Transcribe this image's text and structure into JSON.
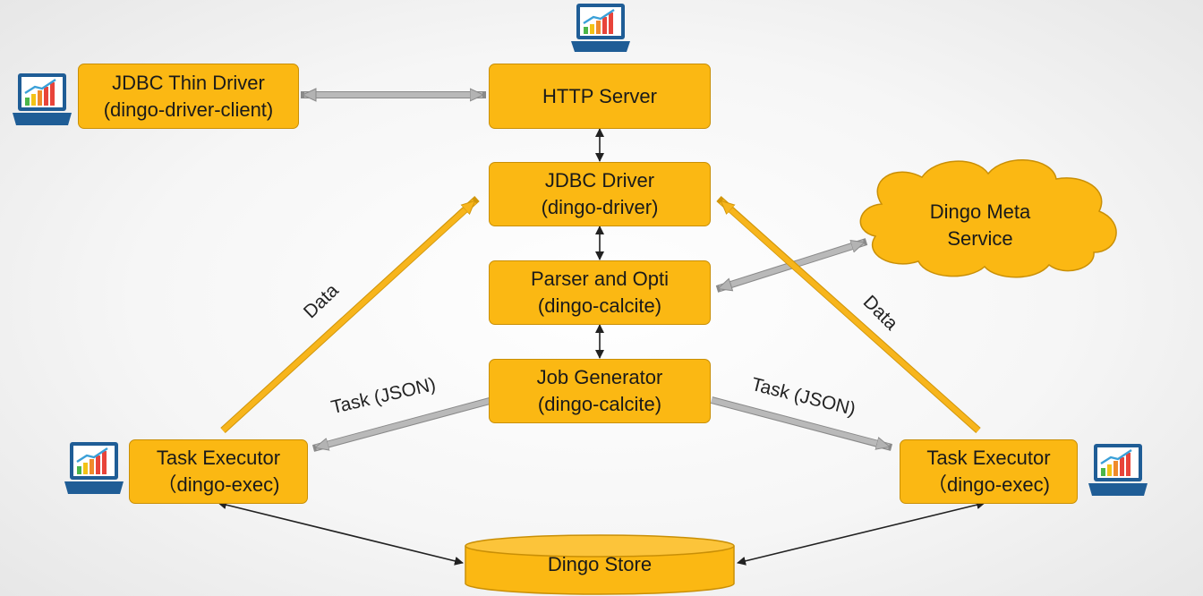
{
  "nodes": {
    "jdbc_thin": {
      "line1": "JDBC Thin Driver",
      "line2": "(dingo-driver-client)"
    },
    "http_server": {
      "line1": "HTTP Server"
    },
    "jdbc_driver": {
      "line1": "JDBC Driver",
      "line2": "(dingo-driver)"
    },
    "parser": {
      "line1": "Parser and Opti",
      "line2": "(dingo-calcite)"
    },
    "job_gen": {
      "line1": "Job Generator",
      "line2": "(dingo-calcite)"
    },
    "exec_left": {
      "line1": "Task Executor",
      "line2": "（dingo-exec)"
    },
    "exec_right": {
      "line1": "Task Executor",
      "line2": "（dingo-exec)"
    },
    "meta": {
      "line1": "Dingo Meta",
      "line2": "Service"
    },
    "store": {
      "line1": "Dingo Store"
    }
  },
  "edge_labels": {
    "data_left": "Data",
    "data_right": "Data",
    "task_left": "Task (JSON)",
    "task_right": "Task (JSON)"
  },
  "edges": [
    {
      "from": "jdbc_thin",
      "to": "http_server",
      "style": "grey-double"
    },
    {
      "from": "http_server",
      "to": "jdbc_driver",
      "style": "thin-double"
    },
    {
      "from": "jdbc_driver",
      "to": "parser",
      "style": "thin-double"
    },
    {
      "from": "parser",
      "to": "job_gen",
      "style": "thin-double"
    },
    {
      "from": "parser",
      "to": "meta",
      "style": "grey-double"
    },
    {
      "from": "job_gen",
      "to": "exec_left",
      "style": "grey-single",
      "label": "Task (JSON)"
    },
    {
      "from": "job_gen",
      "to": "exec_right",
      "style": "grey-single",
      "label": "Task (JSON)"
    },
    {
      "from": "exec_left",
      "to": "jdbc_driver",
      "style": "orange-single",
      "label": "Data"
    },
    {
      "from": "exec_right",
      "to": "jdbc_driver",
      "style": "orange-single",
      "label": "Data"
    },
    {
      "from": "exec_left",
      "to": "store",
      "style": "thin-double"
    },
    {
      "from": "exec_right",
      "to": "store",
      "style": "thin-double"
    }
  ],
  "icons": [
    "laptop-chart-icon",
    "laptop-chart-icon",
    "laptop-chart-icon",
    "laptop-chart-icon"
  ],
  "colors": {
    "node_fill": "#fbb813",
    "node_border": "#c98f06",
    "data_arrow": "#f5b21a",
    "task_arrow": "#b0b0b0",
    "laptop": "#1f5d96"
  }
}
